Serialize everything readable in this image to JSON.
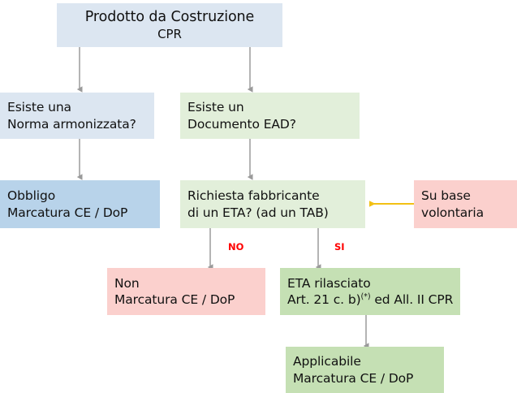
{
  "diagram": {
    "title_text": "Prodotto da Costruzione",
    "nodes": {
      "product": {
        "line1": "Prodotto da Costruzione",
        "line2": "CPR",
        "color": "#dce6f1"
      },
      "harmonized_norm": {
        "line1": "Esiste una",
        "line2": "Norma armonizzata?",
        "color": "#dce6f1"
      },
      "obligation": {
        "line1": "Obbligo",
        "line2": "Marcatura CE / DoP",
        "color": "#b8d3ea"
      },
      "ead_document": {
        "line1": "Esiste un",
        "line2": "Documento EAD?",
        "color": "#e2efda"
      },
      "eta_request": {
        "line1": "Richiesta fabbricante",
        "line2": "di un ETA? (ad un TAB)",
        "color": "#e2efda"
      },
      "voluntary": {
        "line1": "Su base",
        "line2": "volontaria",
        "color": "#fbd0cd"
      },
      "no_marking": {
        "line1": "Non",
        "line2": "Marcatura CE / DoP",
        "color": "#fbd0cd"
      },
      "eta_issued": {
        "line1": "ETA rilasciato",
        "line2_a": "Art. 21 c. b)",
        "line2_sup": "(*)",
        "line2_b": " ed All. II CPR",
        "color": "#c5e0b4"
      },
      "applicable": {
        "line1": "Applicabile",
        "line2": "Marcatura CE / DoP",
        "color": "#c5e0b4"
      }
    },
    "edge_labels": {
      "no": "NO",
      "si": "SI"
    },
    "colors": {
      "arrow_gray": "#9a9a9a",
      "arrow_orange": "#f2c014",
      "edge_label_red": "#ff0000"
    }
  }
}
